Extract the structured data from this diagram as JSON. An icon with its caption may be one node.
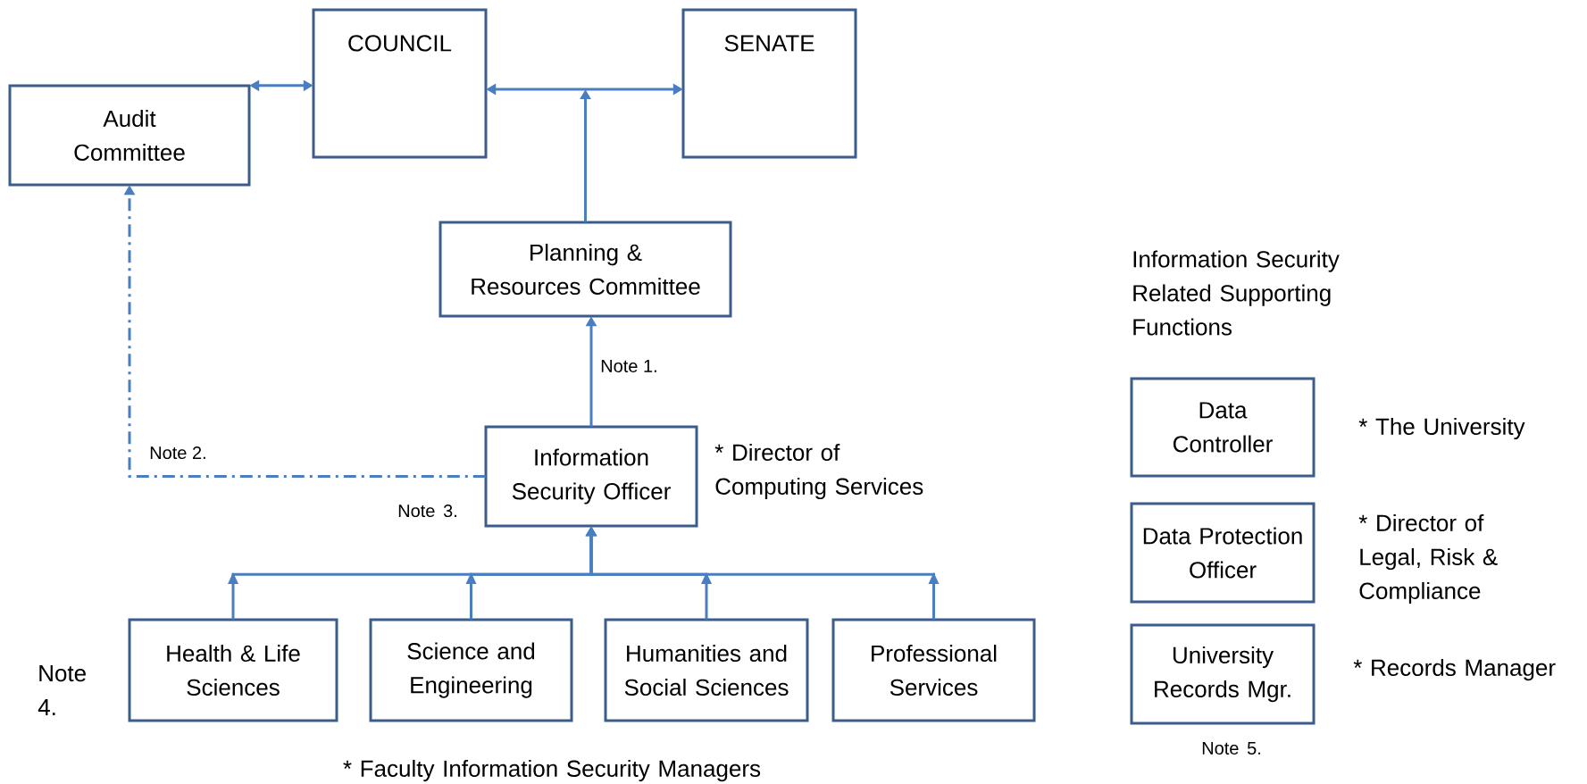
{
  "diagram": {
    "nodes": [
      {
        "text": [
          "COUNCIL"
        ]
      },
      {
        "text": [
          "SENATE"
        ]
      },
      {
        "text": [
          "Audit Committee"
        ]
      },
      {
        "text": [
          "Planning & Resources Committee"
        ]
      },
      {
        "text": [
          "Information Security Officer"
        ],
        "beside": [
          "* Director of Computing Services"
        ]
      },
      {
        "text": [
          "Health & Life Sciences"
        ]
      },
      {
        "text": [
          "Science and Engineering"
        ]
      },
      {
        "text": [
          "Humanities and Social Sciences"
        ]
      },
      {
        "text": [
          "Professional Services"
        ]
      },
      {
        "text": [
          "Data Controller"
        ],
        "beside": [
          "* The University"
        ]
      },
      {
        "text": [
          "Data Protection Officer"
        ],
        "beside": [
          "* Director of Legal, Risk & Compliance"
        ]
      },
      {
        "text": [
          "University Records Mgr."
        ],
        "beside": [
          "* Records Manager"
        ]
      }
    ],
    "edges": [
      {
        "from": 2,
        "to": 0,
        "arrow": "both"
      },
      {
        "from": 0,
        "to": 1,
        "arrow": "both"
      },
      {
        "from": 3,
        "to": null,
        "arrow": "to"
      },
      {
        "from": 4,
        "to": 3,
        "arrow": "to",
        "label": "Note 1."
      },
      {
        "from": 4,
        "to": 2,
        "arrow": "to",
        "label": "Note 2.",
        "style": "dashed"
      },
      {
        "from": 5,
        "to": 4,
        "arrow": "to"
      },
      {
        "from": 6,
        "to": 4,
        "arrow": "to"
      },
      {
        "from": 7,
        "to": 4,
        "arrow": "to"
      },
      {
        "from": 8,
        "to": 4,
        "arrow": "to"
      }
    ],
    "labels": [
      "Information Security Related Supporting Functions",
      "Note 3.",
      "Note 4.",
      "Note 5.",
      "* Faculty Information Security Managers"
    ]
  }
}
